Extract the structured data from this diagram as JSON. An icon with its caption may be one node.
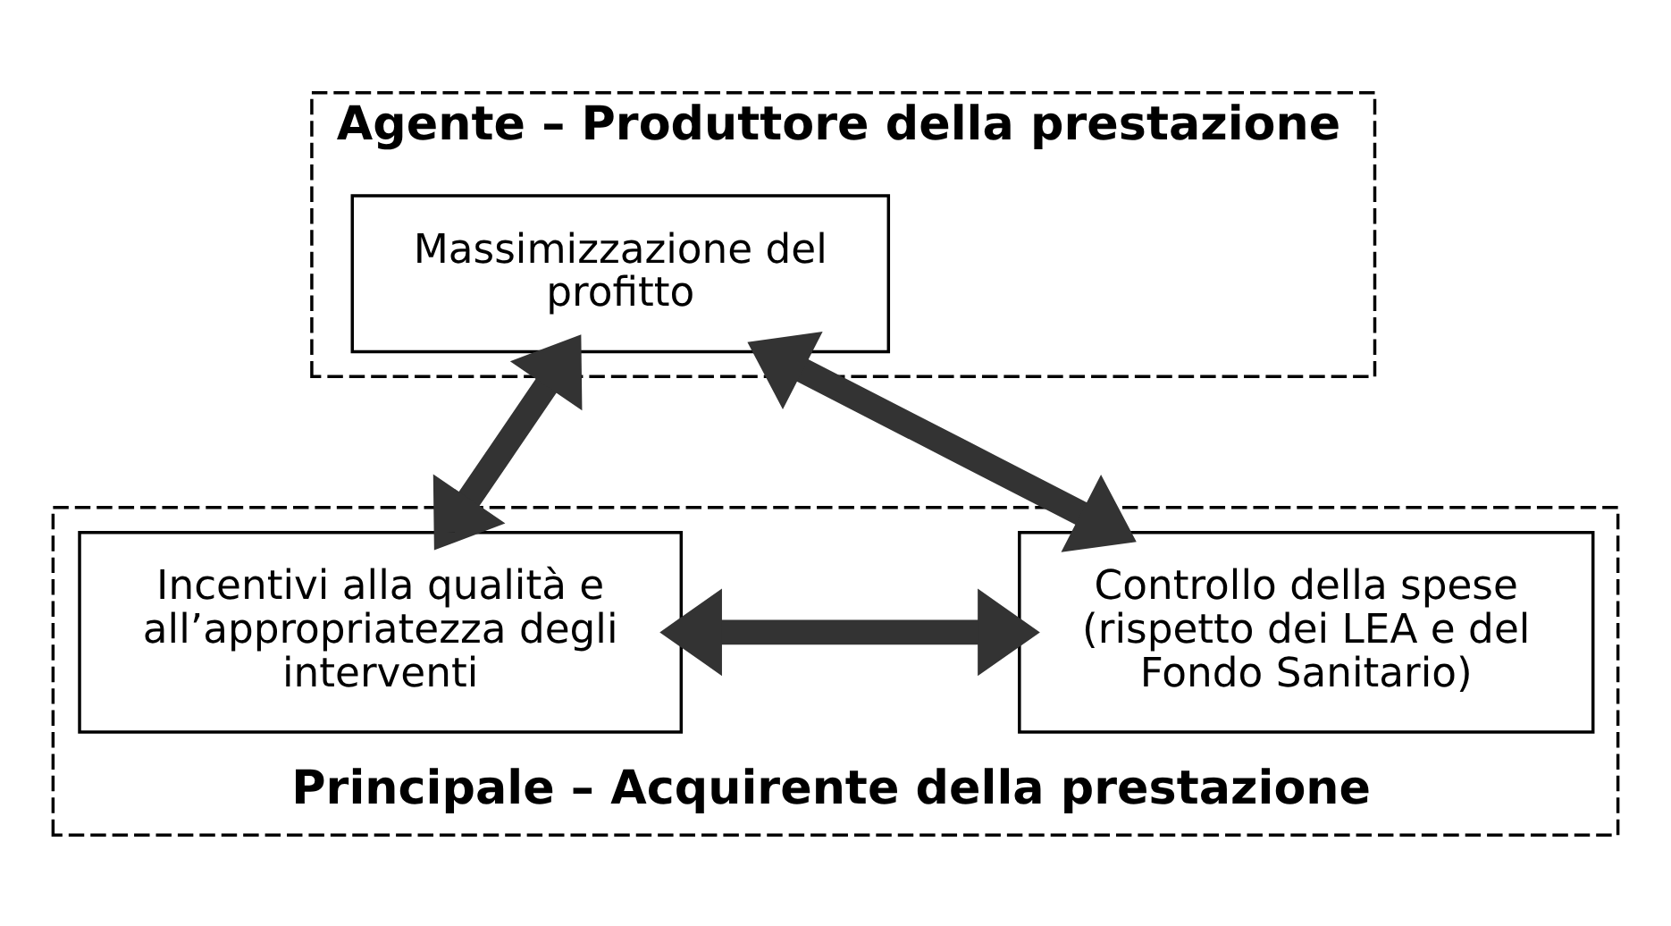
{
  "diagram": {
    "nodes": [
      {
        "text": [
          "Agente – Produttore della prestazione"
        ]
      },
      {
        "text": [
          "Massimizzazione del profitto"
        ],
        "in": 0
      },
      {
        "text": [
          "Principale – Acquirente della prestazione"
        ]
      },
      {
        "text": [
          "Incentivi alla qualità e all’appropriatezza degli interventi"
        ],
        "in": 2
      },
      {
        "text": [
          "Controllo della spese (rispetto dei LEA e del Fondo Sanitario)"
        ],
        "in": 2
      }
    ],
    "edges": [
      {
        "from": 1,
        "to": 3,
        "arrow": "both"
      },
      {
        "from": 1,
        "to": 4,
        "arrow": "both"
      },
      {
        "from": 3,
        "to": 4,
        "arrow": "both"
      }
    ]
  }
}
